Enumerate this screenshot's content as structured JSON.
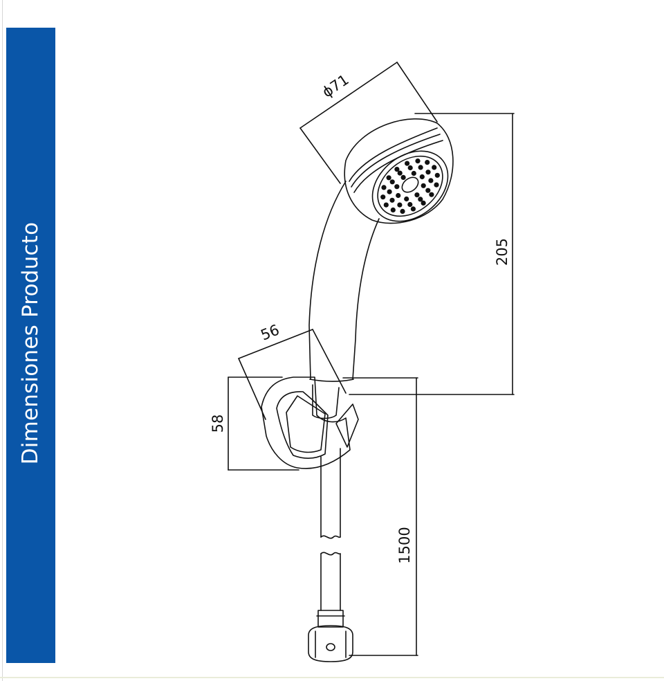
{
  "banner": {
    "title": "Dimensiones Producto",
    "color": "#0a56a8"
  },
  "dimensions": {
    "head_diameter": "ϕ71",
    "handle_length": "205",
    "holder_width": "56",
    "holder_height": "58",
    "hose_length": "1500"
  },
  "drawing": {
    "line_color": "#111111",
    "background": "#ffffff"
  }
}
